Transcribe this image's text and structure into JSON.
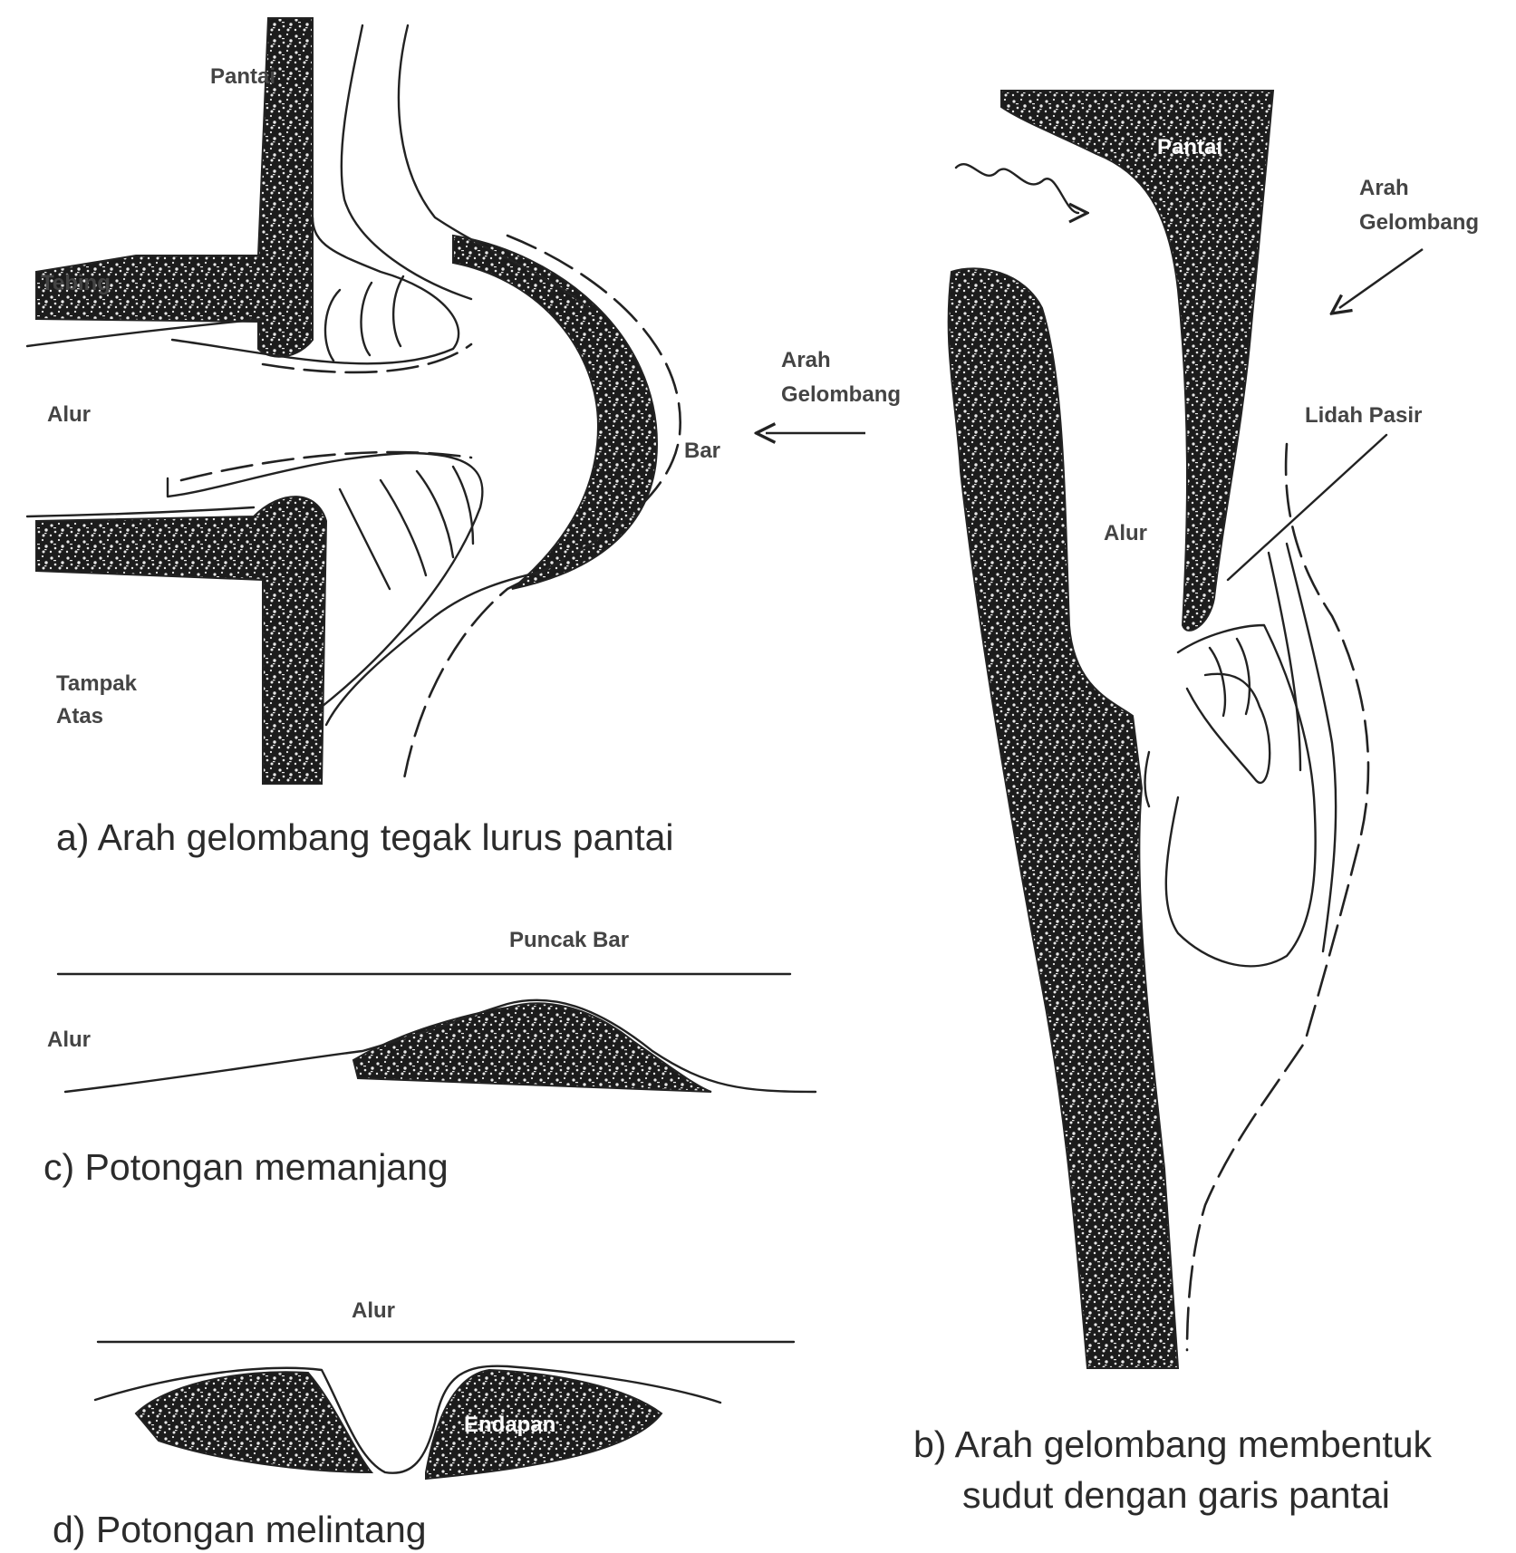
{
  "panel_a": {
    "caption": "a) Arah gelombang tegak lurus pantai",
    "label_pantai": "Pantai",
    "label_tebing": "Tebing",
    "label_alur": "Alur",
    "label_bar": "Bar",
    "label_arah_1": "Arah",
    "label_arah_2": "Gelombang",
    "label_tampak_1": "Tampak",
    "label_tampak_2": "Atas"
  },
  "panel_b": {
    "caption_1": "b) Arah gelombang membentuk",
    "caption_2": "sudut dengan garis pantai",
    "label_pantai": "Pantai",
    "label_arah_1": "Arah",
    "label_arah_2": "Gelombang",
    "label_lidah_pasir": "Lidah Pasir",
    "label_alur": "Alur"
  },
  "panel_c": {
    "caption": "c) Potongan memanjang",
    "label_puncak_bar": "Puncak Bar",
    "label_alur": "Alur"
  },
  "panel_d": {
    "caption": "d) Potongan melintang",
    "label_alur": "Alur",
    "label_endapan": "Endapan"
  }
}
